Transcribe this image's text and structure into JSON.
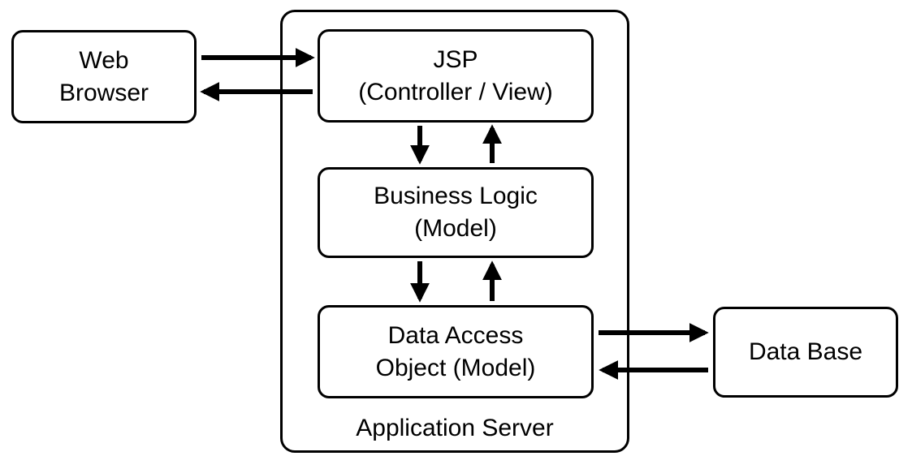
{
  "diagram": {
    "web_browser": {
      "lines": [
        "Web",
        "Browser"
      ]
    },
    "jsp": {
      "lines": [
        "JSP",
        "(Controller / View)"
      ]
    },
    "business_logic": {
      "lines": [
        "Business Logic",
        "(Model)"
      ]
    },
    "dao": {
      "lines": [
        "Data Access",
        "Object (Model)"
      ]
    },
    "app_server": {
      "label": "Application Server"
    },
    "database": {
      "label": "Data Base"
    }
  },
  "colors": {
    "line": "#000000",
    "text": "#000000",
    "background": "#ffffff",
    "box_fill": "#ffffff"
  }
}
